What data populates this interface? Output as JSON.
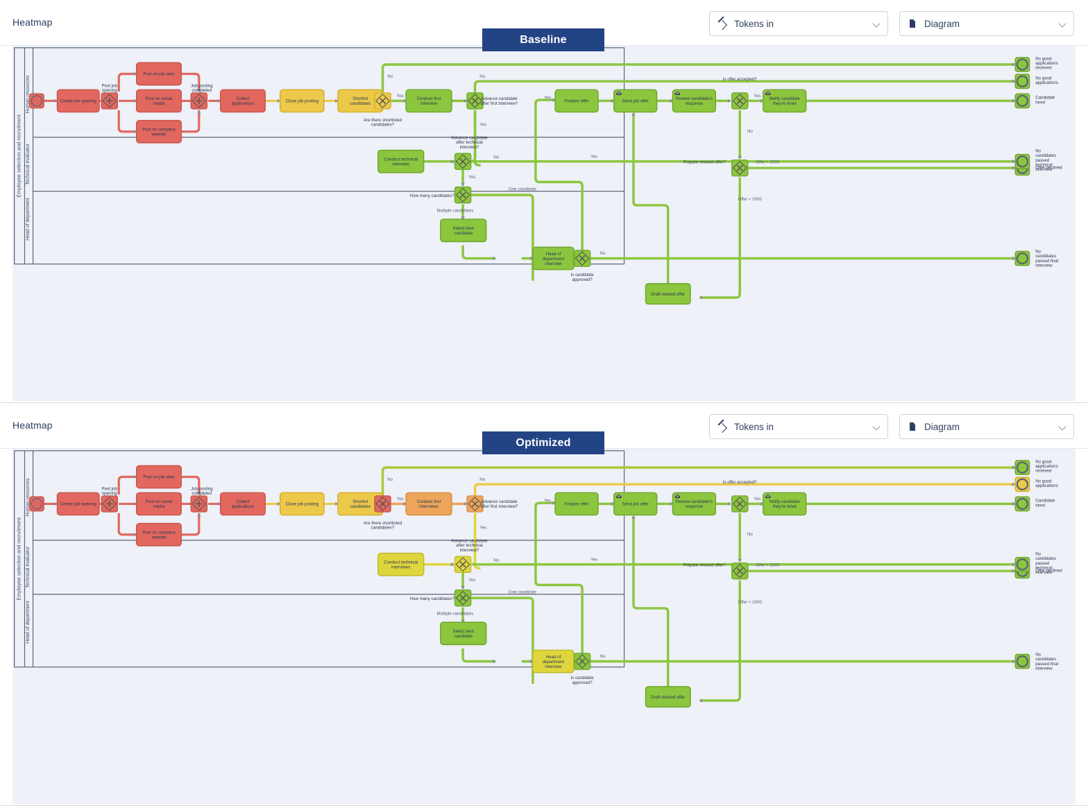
{
  "panels": [
    {
      "id": "baseline",
      "title": "Heatmap",
      "badge": "Baseline",
      "metric_select": {
        "value": "Tokens in",
        "icon": "arrow-up-right-icon"
      },
      "view_select": {
        "value": "Diagram",
        "icon": "document-icon"
      }
    },
    {
      "id": "optimized",
      "title": "Heatmap",
      "badge": "Optimized",
      "metric_select": {
        "value": "Tokens in",
        "icon": "arrow-up-right-icon"
      },
      "view_select": {
        "value": "Diagram",
        "icon": "document-icon"
      }
    }
  ],
  "diagram": {
    "pool": "Employee selection and recruitment",
    "lanes": [
      "Human resources",
      "Technical evaluator",
      "Head of department"
    ],
    "tasks": {
      "create_job_opening": "Create job opening",
      "post_on_job_sites": "Post on job sites",
      "post_on_social_media": "Post on social media",
      "post_on_company_website": "Post on company website",
      "collect_applications": "Collect applications",
      "close_job_posting": "Close job posting",
      "shortlist_candidates": "Shortlist candidates",
      "conduct_first_interview": "Conduct first interview",
      "conduct_first_interviews": "Conduct first interviews",
      "conduct_technical_interview": "Conduct technical interview",
      "conduct_technical_interviews": "Conduct technical interviews",
      "select_best_candidate": "Select best candidate",
      "head_of_department_interview": "Head of department interview",
      "finalize_offer": "Finalize offer",
      "send_job_offer": "Send job offer",
      "review_candidates_response": "Review candidate's response",
      "notify_candidate_hired": "Notify candidate they're hired",
      "draft_revised_offer": "Draft revised offer"
    },
    "gateways": {
      "post_job_opening": "Post job opening",
      "job_posting_completed": "Job posting completed",
      "are_there_shortlisted": "Are there shortlisted candidates?",
      "advance_after_first": "Advance candidate after first interview?",
      "advance_after_technical": "Advance candidate after technical interview?",
      "how_many_candidates": "How many candidates?",
      "is_candidate_approved": "Is candidate approved?",
      "is_offer_accepted": "Is offer accepted?",
      "prepare_revised_offer": "Prepare revised offer?"
    },
    "flow_labels": {
      "yes": "Yes",
      "no": "No",
      "one_candidate": "One candidate",
      "multiple_candidates": "Multiple candidates",
      "offer_gt": "Offer > 2000",
      "offer_lt": "Offer < 2000"
    },
    "end_events": {
      "no_good_applications_received": "No good applications received",
      "no_good_applications": "No good applications",
      "candidate_hired": "Candidate hired",
      "offer_declined": "Offer declined",
      "no_candidates_passed_technical": "No candidates passed technical interview",
      "no_candidates_passed_final": "No candidates passed final interview"
    },
    "heat_colors": {
      "red_fill": "#e2685f",
      "red_stroke": "#c8544c",
      "orange_fill": "#eda55b",
      "orange_stroke": "#d98d41",
      "yellow_fill": "#ecc94b",
      "yellow_stroke": "#d4ae28",
      "yellow_green_fill": "#dfd63e",
      "yellow_green_stroke": "#c2b92c",
      "green_fill": "#8cc63f",
      "green_stroke": "#6fa52c",
      "canvas_bg": "#eef1f7",
      "pool_stroke": "#5b6477",
      "badge_bg": "#234484"
    }
  }
}
